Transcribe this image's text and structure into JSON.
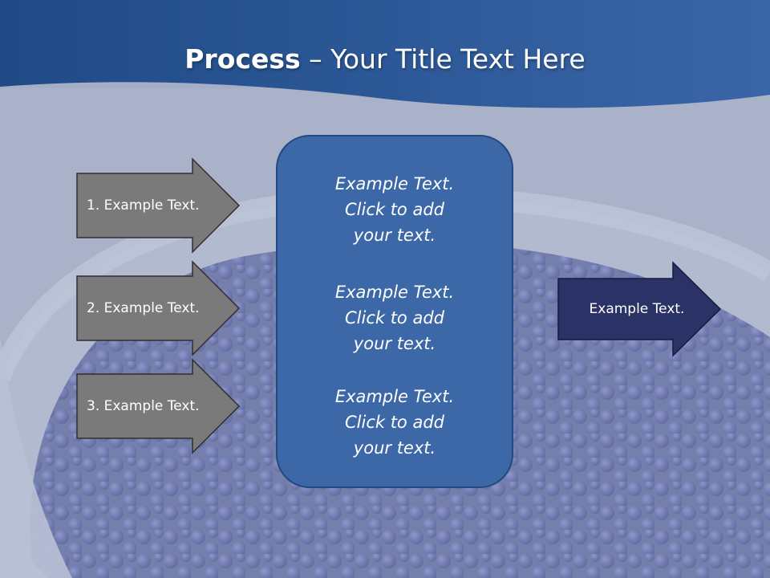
{
  "slide": {
    "title_bold": "Process",
    "title_rest": " – Your Title Text Here"
  },
  "steps": [
    {
      "label": "1. Example Text."
    },
    {
      "label": "2. Example Text."
    },
    {
      "label": "3. Example Text."
    }
  ],
  "center": {
    "items": [
      {
        "line1": "Example Text.",
        "line2": "Click  to add",
        "line3": "your text."
      },
      {
        "line1": "Example Text.",
        "line2": "Click  to add",
        "line3": "your text."
      },
      {
        "line1": "Example Text.",
        "line2": "Click  to add",
        "line3": "your text."
      }
    ]
  },
  "output": {
    "label": "Example Text."
  },
  "colors": {
    "header": "#2c5592",
    "step_arrow_fill": "#7a7a7a",
    "center_box_fill": "#3d68a8",
    "output_arrow_fill": "#2a3266"
  }
}
